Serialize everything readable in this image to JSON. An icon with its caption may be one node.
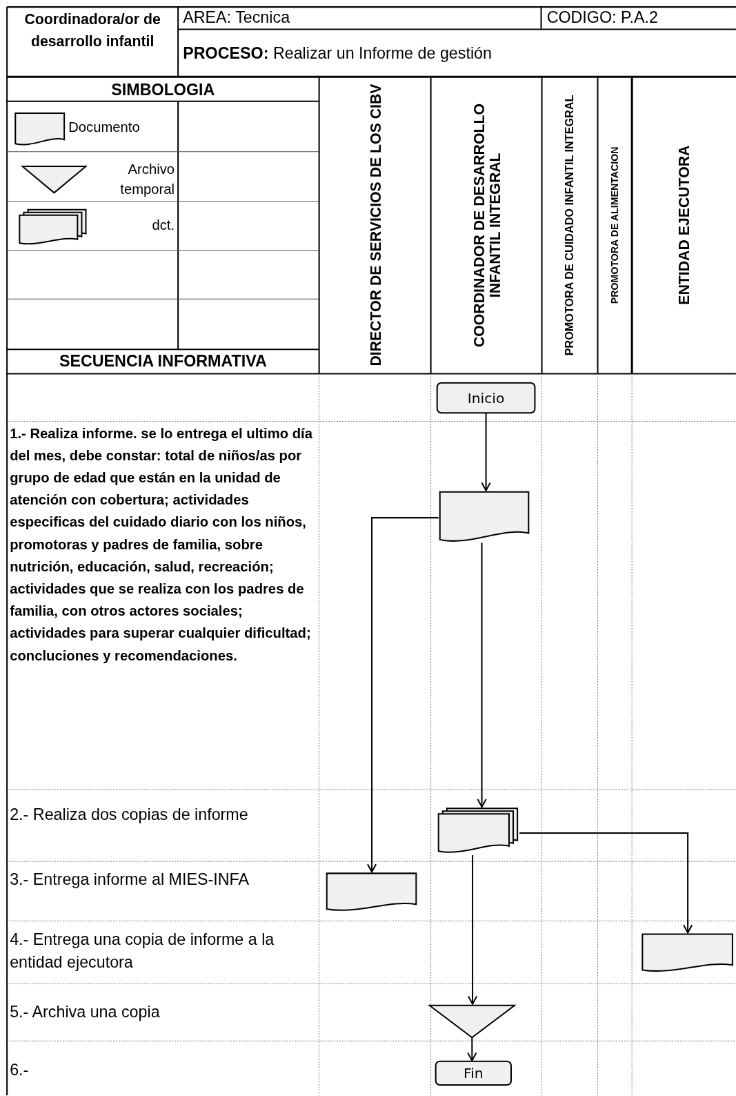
{
  "diagram": {
    "nodes": [
      {
        "text": [
          "Inicio"
        ]
      },
      {
        "text": [],
        "shape": "document"
      },
      {
        "text": [],
        "shape": "documents"
      },
      {
        "text": [],
        "shape": "document"
      },
      {
        "text": [],
        "shape": "document"
      },
      {
        "text": [],
        "shape": "triangle"
      },
      {
        "text": [
          "Fin"
        ]
      }
    ],
    "edges": [
      {
        "from": 0,
        "to": 1,
        "arrow": "to"
      },
      {
        "from": 1,
        "to": 2,
        "arrow": "to"
      },
      {
        "from": 1,
        "to": 3,
        "arrow": "to"
      },
      {
        "from": 2,
        "to": 4,
        "arrow": "to"
      },
      {
        "from": 2,
        "to": 5,
        "arrow": "to"
      },
      {
        "from": 5,
        "to": 6,
        "arrow": "to"
      }
    ],
    "labels": [
      "Coordinadora/or de desarrollo infantil",
      "AREA: Tecnica",
      "CODIGO: P.A.2",
      "**PROCESO:** Realizar un Informe de gestión",
      "SIMBOLOGIA",
      "DIRECTOR DE SERVICIOS DE LOS CIBV",
      "COORDINADOR DE DESARROLLO INFANTIL INTEGRAL",
      "PROMOTORA DE CUIDADO INFANTIL INTEGRAL",
      "PROMOTORA DE ALIMENTACION",
      "ENTIDAD EJECUTORA",
      "SECUENCIA INFORMATIVA",
      "**1.- Realiza informe.** se lo entrega el ultimo día del mes, debe constar: total de niños/as por grupo de edad que están en la unidad de atención con cobertura; actividades especificas del cuidado diario con los niños, promotoras y padres de familia, sobre nutrición, educación, salud, recreación; actividades que se realiza con los padres de familia, con otros actores sociales; actividades para superar cualquier dificultad; concluciones y recomendaciones.",
      "2.- Realiza dos copias de informe",
      "3.- Entrega informe al MIES-INFA",
      "4.- Entrega una copia de informe a la entidad ejecutora",
      "5.- Archiva una copia",
      "6.-"
    ],
    "legend": [
      {
        "text": "Documento"
      },
      {
        "text": "Archivo temporal"
      },
      {
        "text": "dct."
      }
    ]
  }
}
